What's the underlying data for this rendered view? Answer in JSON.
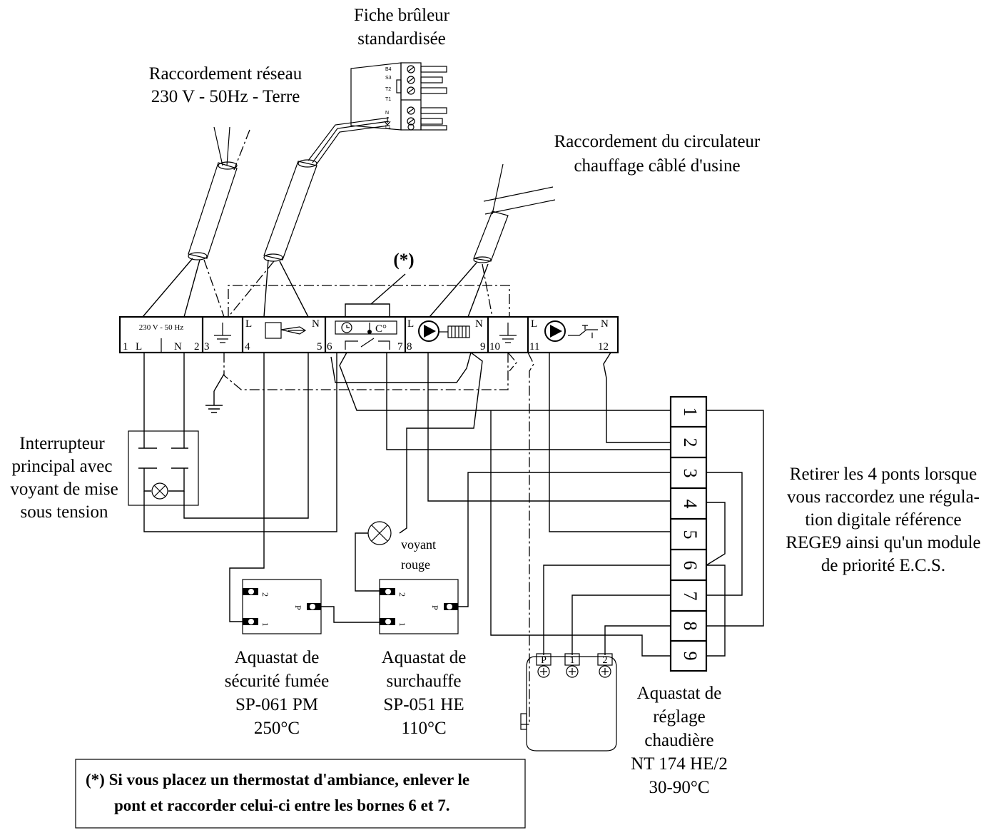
{
  "labels": {
    "fiche_line1": "Fiche brûleur",
    "fiche_line2": "standardisée",
    "reseau_line1": "Raccordement réseau",
    "reseau_line2": "230 V - 50Hz - Terre",
    "circulateur_line1": "Raccordement du circulateur",
    "circulateur_line2": "chauffage câblé d'usine",
    "asterisk": "(*)",
    "interrupteur_line1": "Interrupteur",
    "interrupteur_line2": "principal avec",
    "interrupteur_line3": "voyant de mise",
    "interrupteur_line4": "sous  tension",
    "retirer_line1": "Retirer les 4 ponts lorsque",
    "retirer_line2": "vous raccordez une régula-",
    "retirer_line3": "tion  digitale référence",
    "retirer_line4": "REGE9 ainsi qu'un module",
    "retirer_line5": "de priorité E.C.S.",
    "voyant_line1": "voyant",
    "voyant_line2": "rouge",
    "aq1_line1": "Aquastat  de",
    "aq1_line2": "sécurité fumée",
    "aq1_line3": "SP-061 PM",
    "aq1_line4": "250°C",
    "aq2_line1": "Aquastat  de",
    "aq2_line2": "surchauffe",
    "aq2_line3": "SP-051 HE",
    "aq2_line4": "110°C",
    "aq3_line1": "Aquastat  de",
    "aq3_line2": "réglage",
    "aq3_line3": "chaudière",
    "aq3_line4": "NT 174 HE/2",
    "aq3_line5": "30-90°C",
    "note_line1": "(*) Si vous placez un thermostat d'ambiance, enlever le",
    "note_line2": "pont et raccorder celui-ci entre les bornes 6 et 7."
  },
  "terminal_block": {
    "supply_label": "230 V - 50 Hz",
    "L": "L",
    "N": "N",
    "C_deg": "C°",
    "numbers": [
      "1",
      "2",
      "3",
      "4",
      "5",
      "6",
      "7",
      "8",
      "9",
      "10",
      "11",
      "12"
    ]
  },
  "connector_pins": [
    "B4",
    "S3",
    "T2",
    "T1",
    "N",
    "L1"
  ],
  "regulator_pins": [
    "1",
    "2",
    "3",
    "4",
    "5",
    "6",
    "7",
    "8",
    "9"
  ],
  "aquastat_pins": {
    "one": "1",
    "two": "2",
    "p": "P"
  },
  "nt174_pins": [
    "P",
    "1",
    "2"
  ]
}
